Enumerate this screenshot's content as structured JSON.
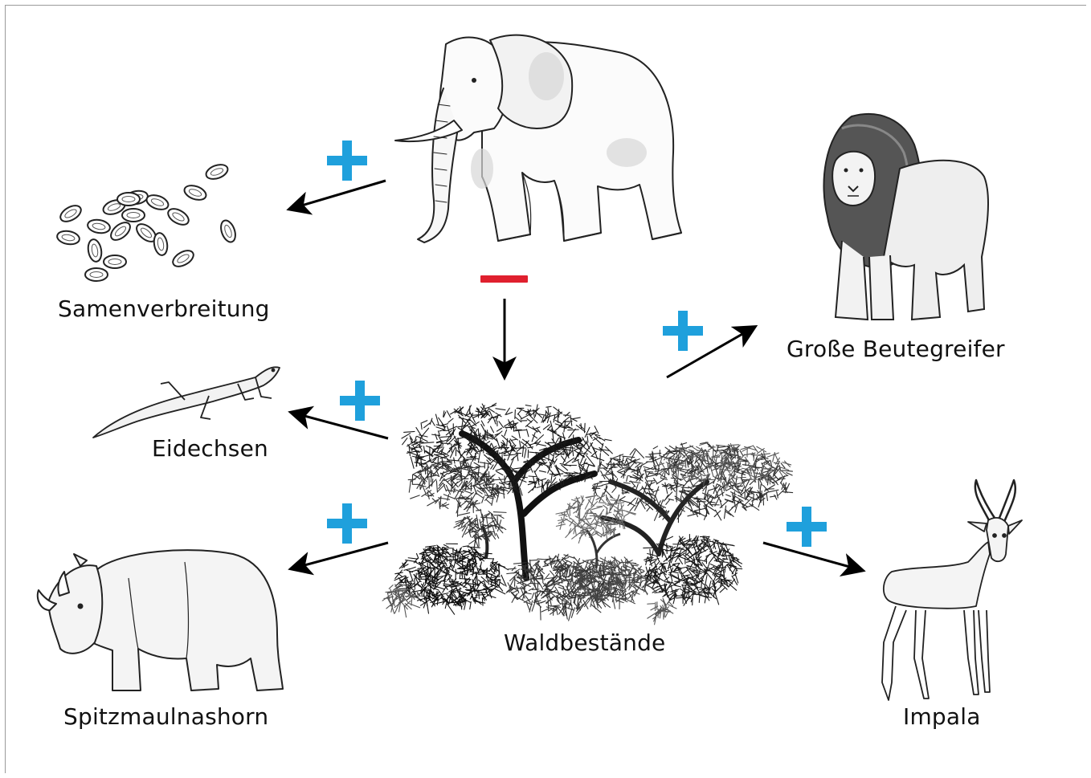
{
  "labels": {
    "seed": "Samenverbreitung",
    "predators": "Große Beutegreifer",
    "lizards": "Eidechsen",
    "forest": "Waldbestände",
    "rhino": "Spitzmaulnashorn",
    "impala": "Impala"
  },
  "signs": {
    "positive": "+",
    "negative": "−"
  },
  "colors": {
    "positive": "#1fa0dc",
    "negative": "#e0202e",
    "arrow": "#000000",
    "line": "#222222"
  },
  "illustrations": [
    "elephant",
    "seeds",
    "lion",
    "lizard",
    "forest",
    "rhinoceros",
    "impala"
  ],
  "relations": [
    {
      "from": "elephant",
      "to": "seed",
      "effect": "+"
    },
    {
      "from": "elephant",
      "to": "forest",
      "effect": "−"
    },
    {
      "from": "forest",
      "to": "predators",
      "effect": "+"
    },
    {
      "from": "forest",
      "to": "lizards",
      "effect": "+"
    },
    {
      "from": "forest",
      "to": "rhino",
      "effect": "+"
    },
    {
      "from": "forest",
      "to": "impala",
      "effect": "+"
    }
  ]
}
